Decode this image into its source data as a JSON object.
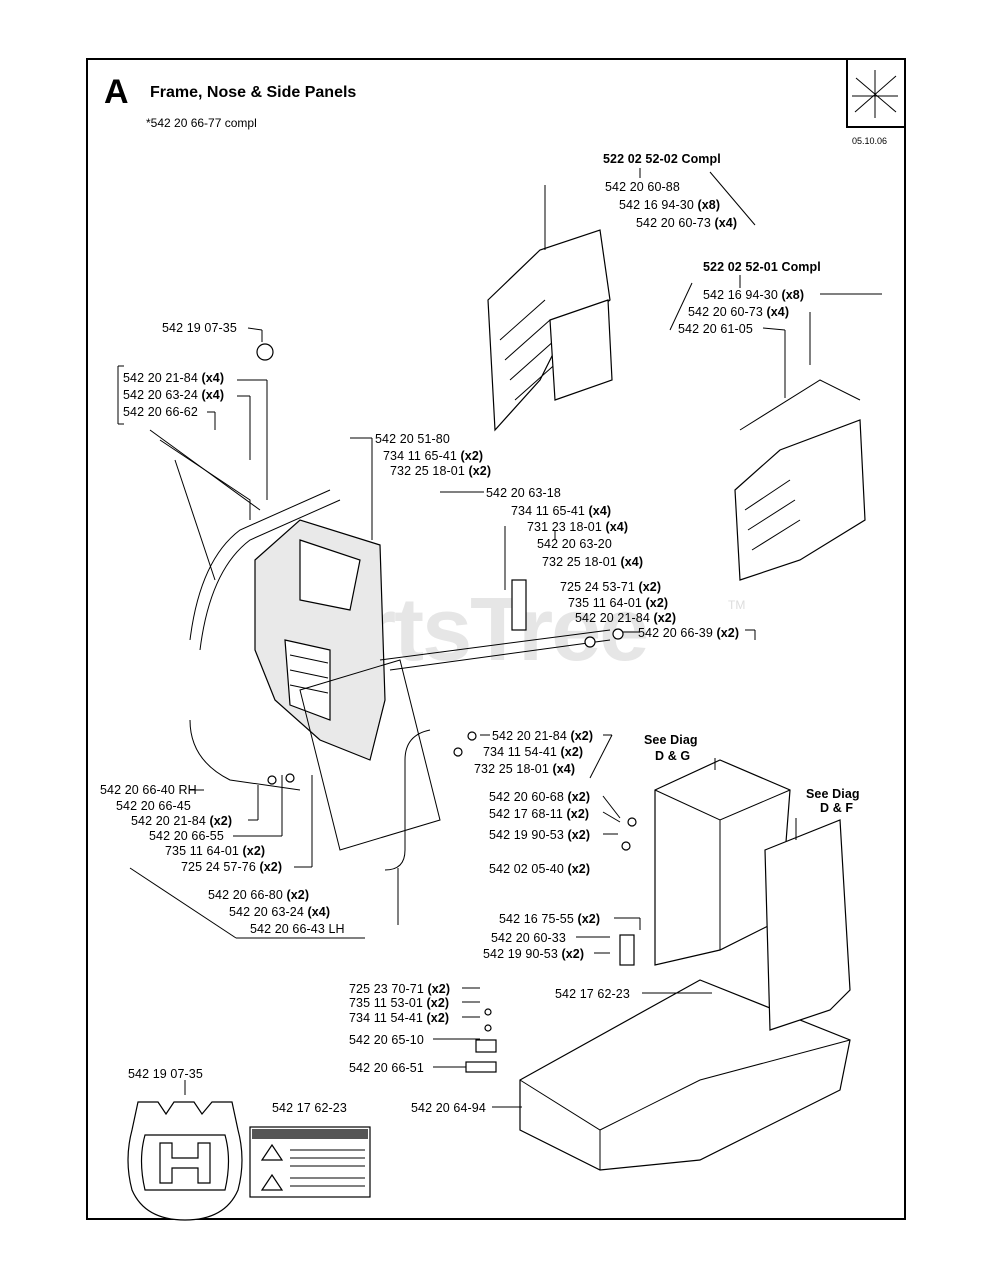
{
  "header": {
    "section_letter": "A",
    "title": "Frame, Nose & Side Panels",
    "subtitle": "*542 20 66-77 compl",
    "date_code": "05.10.06"
  },
  "watermark": {
    "text": "PartsTree",
    "tm": "TM"
  },
  "parts": {
    "p1": "522 02 52-02 Compl",
    "p2": "542 20 60-88",
    "p3": "542 16 94-30",
    "p3q": "(x8)",
    "p4": "542 20 60-73",
    "p4q": "(x4)",
    "p5": "522 02 52-01 Compl",
    "p6": "542 16 94-30",
    "p6q": "(x8)",
    "p7": "542 20 60-73",
    "p7q": "(x4)",
    "p8": "542 20 61-05",
    "p9": "542 19 07-35",
    "p10": "542 20 21-84",
    "p10q": "(x4)",
    "p11": "542 20 63-24",
    "p11q": "(x4)",
    "p12": "542 20 66-62",
    "p13": "542 20 51-80",
    "p14": "734 11 65-41",
    "p14q": "(x2)",
    "p15": "732 25 18-01",
    "p15q": "(x2)",
    "p16": "542 20 63-18",
    "p17": "734 11 65-41",
    "p17q": "(x4)",
    "p18": "731 23 18-01",
    "p18q": "(x4)",
    "p19": "542 20 63-20",
    "p20": "732 25 18-01",
    "p20q": "(x4)",
    "p21": "725 24 53-71",
    "p21q": "(x2)",
    "p22": "735 11 64-01",
    "p22q": "(x2)",
    "p23": "542 20 21-84",
    "p23q": "(x2)",
    "p24": "542 20 66-39",
    "p24q": "(x2)",
    "p25": "542 20 21-84",
    "p25q": "(x2)",
    "p26": "734 11 54-41",
    "p26q": "(x2)",
    "p27": "732 25 18-01",
    "p27q": "(x4)",
    "p28": "542 20 66-40 RH",
    "p29": "542 20 66-45",
    "p30": "542 20 21-84",
    "p30q": "(x2)",
    "p31": "542 20 66-55",
    "p32": "735 11 64-01",
    "p32q": "(x2)",
    "p33": "725 24 57-76",
    "p33q": "(x2)",
    "p34": "542 20 66-80",
    "p34q": "(x2)",
    "p35": "542 20 63-24",
    "p35q": "(x4)",
    "p36": "542 20 66-43 LH",
    "seeDG1": "See Diag",
    "seeDG2": "D & G",
    "seeDF1": "See Diag",
    "seeDF2": "D & F",
    "p37": "542 20 60-68",
    "p37q": "(x2)",
    "p38": "542 17 68-11",
    "p38q": "(x2)",
    "p39": "542 19 90-53",
    "p39q": "(x2)",
    "p40": "542 02 05-40",
    "p40q": "(x2)",
    "p41": "542 16 75-55",
    "p41q": "(x2)",
    "p42": "542 20 60-33",
    "p43": "542 19 90-53",
    "p43q": "(x2)",
    "p44": "725 23 70-71",
    "p44q": "(x2)",
    "p45": "735 11 53-01",
    "p45q": "(x2)",
    "p46": "734 11 54-41",
    "p46q": "(x2)",
    "p47": "542 17 62-23",
    "p48": "542 20 65-10",
    "p49": "542 20 66-51",
    "p50": "542 20 64-94",
    "p51": "542 19 07-35",
    "p52": "542 17 62-23"
  }
}
